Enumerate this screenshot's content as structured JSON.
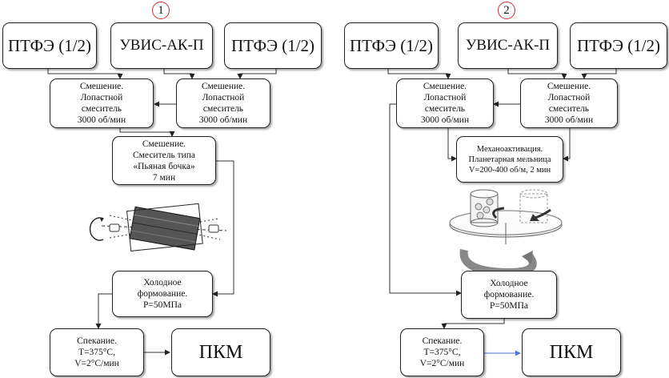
{
  "scheme1": {
    "number": "1",
    "ptfe_left": "ПТФЭ (1/2)",
    "uvis": "УВИС-АК-П",
    "ptfe_right": "ПТФЭ (1/2)",
    "mix_left": "Смешение.\nЛопастной\nсмеситель\n3000 об/мин",
    "mix_right": "Смешение.\nЛопастной\nсмеситель\n3000 об/мин",
    "drunk_barrel": "Смешение.\nСмеситель типа\n«Пьяная бочка»\n7 мин",
    "cold_forming": "Холодное\nформование.\nP=50МПа",
    "sintering": "Спекание.\nT=375°C,\nV=2°C/мин",
    "pkm": "ПКМ"
  },
  "scheme2": {
    "number": "2",
    "ptfe_left": "ПТФЭ (1/2)",
    "uvis": "УВИС-АК-П",
    "ptfe_right": "ПТФЭ (1/2)",
    "mix_left": "Смешение.\nЛопастной\nсмеситель\n3000 об/мин",
    "mix_right": "Смешение.\nЛопастной\nсмеситель\n3000 об/мин",
    "mechanoactivation": "Механоактивация.\nПланетарная мельница\nV=200-400  об/м, 2 мин",
    "cold_forming": "Холодное\nформование.\nP=50МПа",
    "sintering": "Спекание.\nT=375°C,\nV=2°C/мин",
    "pkm": "ПКМ"
  },
  "colors": {
    "number_circle": "#d62d2d",
    "arrow_blue": "#4a7bd0"
  }
}
